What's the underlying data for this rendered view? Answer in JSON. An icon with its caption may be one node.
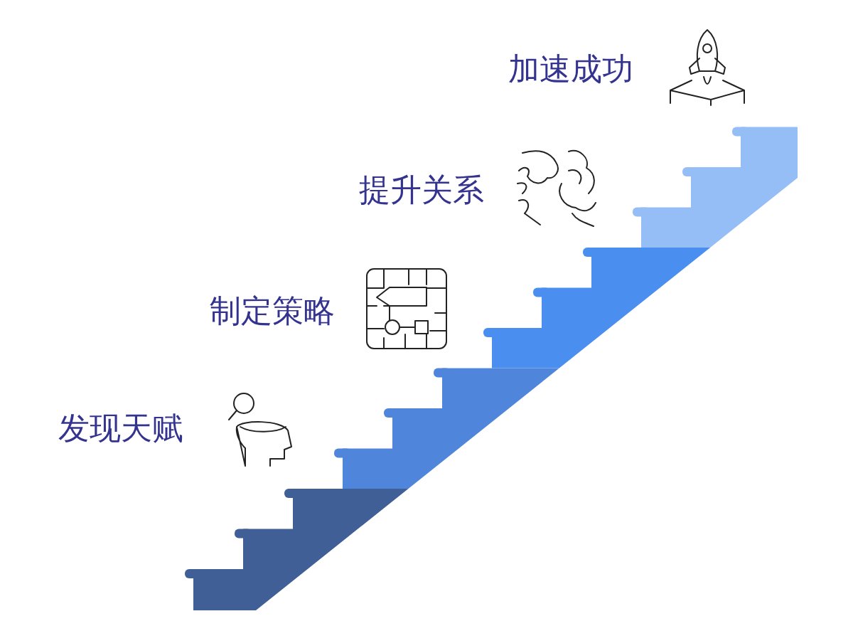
{
  "diagram": {
    "labels": [
      "加速成功",
      "提升关系",
      "制定策略",
      "发现天赋"
    ]
  }
}
